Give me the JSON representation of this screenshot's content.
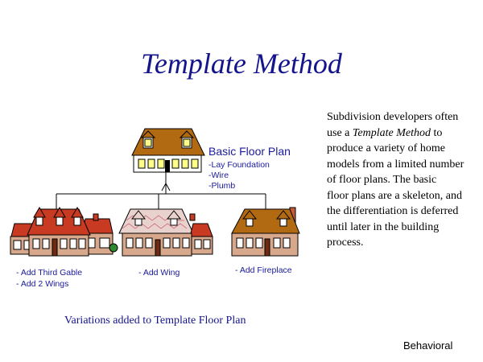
{
  "slide": {
    "title": "Template Method",
    "blurb": {
      "line1": "Subdivision developers often",
      "line2_pre": "use a ",
      "line2_em": "Template Method",
      "line2_post": " to",
      "line3": "produce a variety of home",
      "line4": "models from a limited number",
      "line5": "of floor plans.  The basic",
      "line6": "floor plans are a skeleton, and",
      "line7": "the differentiation is deferred",
      "line8": "until later in the building",
      "line9": "process."
    },
    "basic_plan": {
      "title": "Basic Floor Plan",
      "steps": [
        "-Lay Foundation",
        "-Wire",
        "-Plumb"
      ]
    },
    "variations": {
      "house1": [
        "- Add Third Gable",
        "- Add 2 Wings"
      ],
      "house2": [
        "- Add Wing"
      ],
      "house3": [
        "- Add Fireplace"
      ]
    },
    "caption": "Variations added to Template Floor Plan",
    "footer": "Behavioral"
  },
  "colors": {
    "title": "#14148c",
    "label": "#1a1a9c",
    "roof": "#b26a12",
    "roof_red": "#c83a22",
    "brick": "#d8a88c",
    "window": "#ffff88"
  }
}
